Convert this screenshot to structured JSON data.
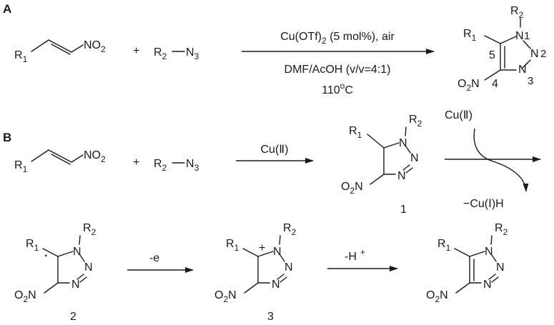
{
  "panels": {
    "a": "A",
    "b": "B"
  },
  "atoms": {
    "R": "R",
    "one": "1",
    "two": "2",
    "N": "N",
    "N3": "N",
    "three": "3",
    "NO": "NO",
    "O": "O",
    "dash": "−",
    "plus": "+",
    "dot": "·",
    "cation": "+"
  },
  "scheme_a": {
    "cond_top_a": "Cu(OTf)",
    "cond_top_sub": "2",
    "cond_top_b": " (5 mol%), air",
    "cond_mid": "DMF/AcOH (v/v=4:1)",
    "cond_temp": "110",
    "cond_temp_sup": "o",
    "cond_temp_unit": "C",
    "ring_num_5": "5",
    "ring_num_4": "4",
    "ring_num_1": "1",
    "ring_num_2": "2",
    "ring_num_3": "3"
  },
  "scheme_b": {
    "cond_cu2": "Cu(Ⅱ)",
    "cat_in": "Cu(Ⅱ)",
    "cat_out": "−Cu(Ⅰ)H",
    "compound_1": "1",
    "compound_2": "2",
    "compound_3": "3",
    "step_e": "-e",
    "step_h": "-H",
    "step_h_sup": "+"
  },
  "palette": {
    "ink": "#1a1a1a",
    "background": "#ffffff"
  }
}
